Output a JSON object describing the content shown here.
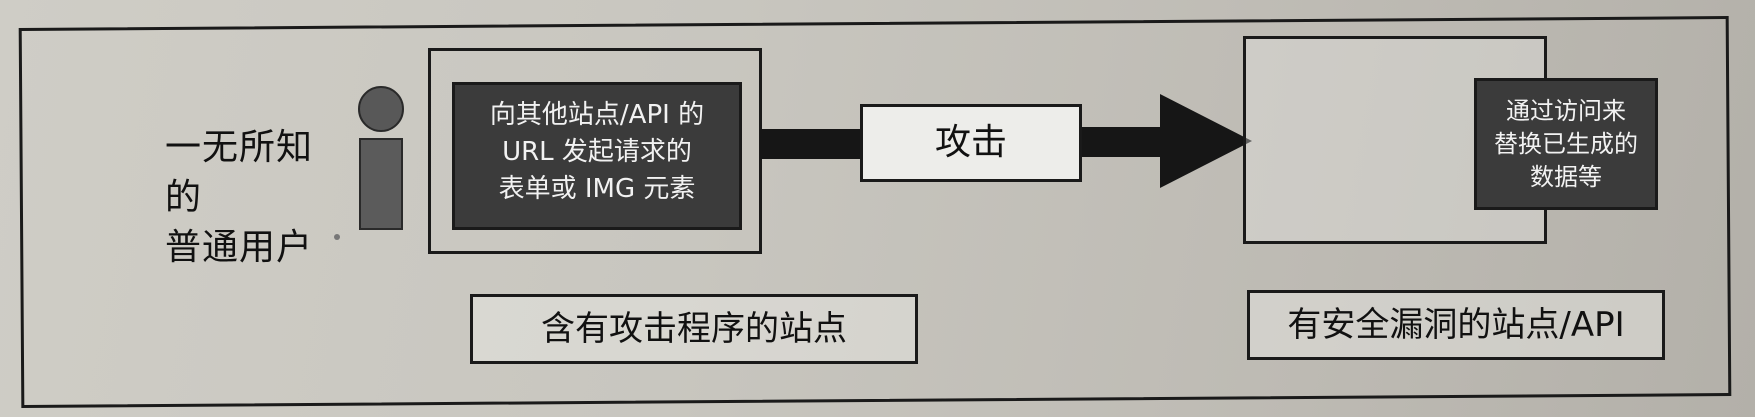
{
  "user": {
    "label_line1": "一无所知的",
    "label_line2": "普通用户"
  },
  "attacker_site": {
    "inner_line1": "向其他站点/API 的",
    "inner_line2": "URL 发起请求的",
    "inner_line3": "表单或 IMG 元素",
    "caption": "含有攻击程序的站点"
  },
  "attack": {
    "label": "攻击"
  },
  "victim_site": {
    "inner_line1": "通过访问来",
    "inner_line2": "替换已生成的",
    "inner_line3": "数据等",
    "caption": "有安全漏洞的站点/API"
  },
  "colors": {
    "dark_box": "#3b3b3b",
    "arrow": "#161616",
    "stroke": "#1a1a1a"
  }
}
